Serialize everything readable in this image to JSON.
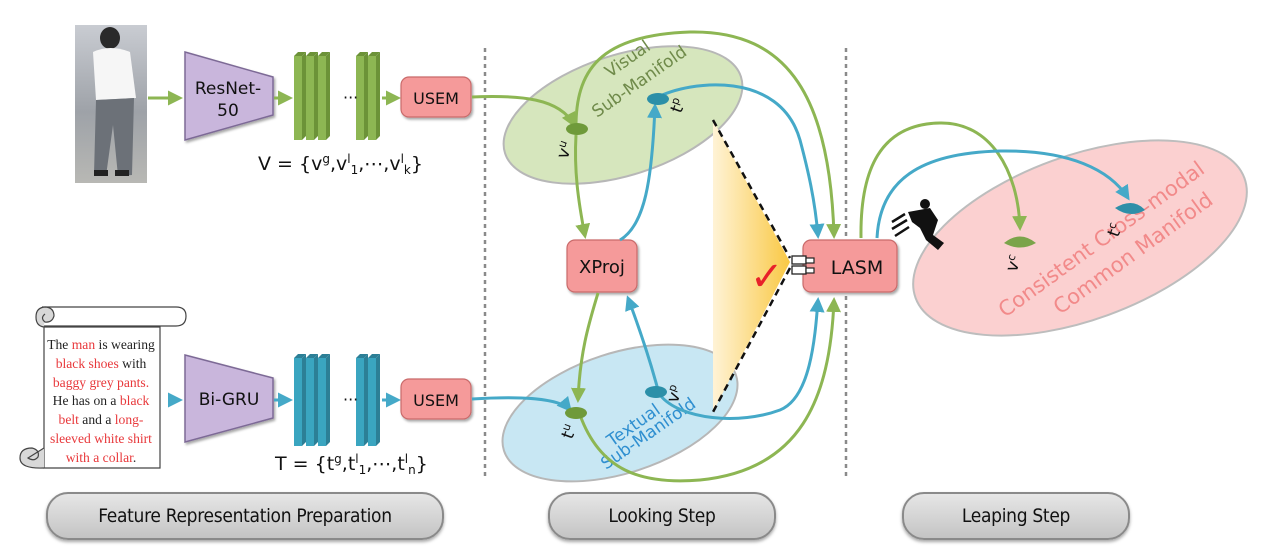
{
  "stages": {
    "feature": "Feature Representation Preparation",
    "looking": "Looking Step",
    "leaping": "Leaping Step"
  },
  "visual_branch": {
    "input": "pedestrian-image",
    "encoder": [
      "ResNet-",
      "50"
    ],
    "module": "USEM",
    "set_label": {
      "prefix": "V = {v",
      "g": "g",
      "sep1": ",v",
      "l1": "l",
      "sub1": "1",
      "mid": ",⋯,v",
      "lk": "l",
      "subk": "k",
      "close": "}"
    }
  },
  "text_branch": {
    "encoder": "Bi-GRU",
    "module": "USEM",
    "set_label": {
      "prefix": "T = {t",
      "g": "g",
      "sep1": ",t",
      "l1": "l",
      "sub1": "1",
      "mid": ",⋯,t",
      "lk": "l",
      "subn": "n",
      "close": "}"
    },
    "description": [
      [
        {
          "t": "The ",
          "hl": false
        },
        {
          "t": "man",
          "hl": true
        },
        {
          "t": " is wearing",
          "hl": false
        }
      ],
      [
        {
          "t": "black shoes",
          "hl": true
        },
        {
          "t": " with",
          "hl": false
        }
      ],
      [
        {
          "t": "baggy grey pants.",
          "hl": true
        }
      ],
      [
        {
          "t": "He has on a ",
          "hl": false
        },
        {
          "t": "black",
          "hl": true
        }
      ],
      [
        {
          "t": "belt",
          "hl": true
        },
        {
          "t": " and a ",
          "hl": false
        },
        {
          "t": "long-",
          "hl": true
        }
      ],
      [
        {
          "t": "sleeved white shirt",
          "hl": true
        }
      ],
      [
        {
          "t": "with a collar",
          "hl": true
        },
        {
          "t": ".",
          "hl": false
        }
      ]
    ]
  },
  "looking": {
    "visual_manifold": [
      "Visual",
      "Sub-Manifold"
    ],
    "textual_manifold": [
      "Textual",
      "Sub-Manifold"
    ],
    "xproj": "XProj",
    "lasm": "LASM",
    "points": {
      "vu": "v",
      "vu_sup": "u",
      "tp": "t",
      "tp_sup": "p",
      "tu": "t",
      "tu_sup": "u",
      "vp": "v",
      "vp_sup": "p"
    },
    "check": "✓"
  },
  "leaping": {
    "common_manifold": [
      "Consistent Cross-modal",
      "Common Manifold"
    ],
    "points": {
      "vc": "v",
      "vc_sup": "c",
      "tc": "t",
      "tc_sup": "c"
    }
  },
  "colors": {
    "green": "#8db653",
    "blue": "#45a9c8",
    "pink_box": "#f59a9a",
    "purple": "#c9b6dc",
    "visual_manifold": "#d6e6bd",
    "textual_manifold": "#c8e7f3",
    "common_manifold": "#fbd0d0",
    "manifold_text_red": "#f28a8a",
    "textual_text": "#2f8fd0"
  }
}
